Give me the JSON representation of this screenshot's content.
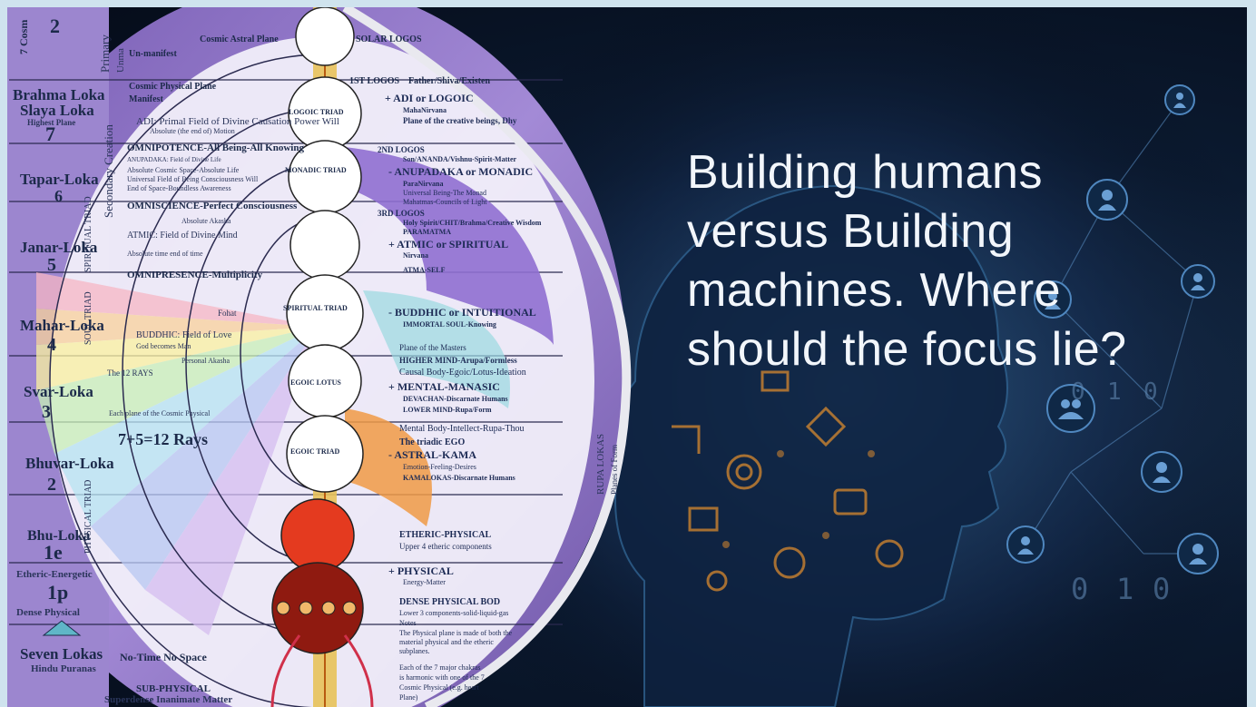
{
  "slide": {
    "title": "Building humans versus Building machines. Where should the focus lie?"
  },
  "diagram": {
    "left_labels": [
      {
        "name": "7 Cosm",
        "num": "2"
      },
      {
        "name": "Brahma Loka",
        "sub": "Slaya Loka",
        "note": "Highest Plane",
        "num": "7"
      },
      {
        "name": "Tapar-Loka",
        "num": "6"
      },
      {
        "name": "Janar-Loka",
        "num": "5"
      },
      {
        "name": "Mahar-Loka",
        "num": "4"
      },
      {
        "name": "Svar-Loka",
        "num": "3"
      },
      {
        "name": "Bhuvar-Loka",
        "num": "2"
      },
      {
        "name": "Bhu-Loka",
        "num": "1e"
      },
      {
        "name": "Etheric-Energetic",
        "num": "1p"
      },
      {
        "name": "Dense Physical"
      }
    ],
    "bottom_left": {
      "title": "Seven Lokas",
      "sub": "Hindu Puranas",
      "center": "No-Time  No Space",
      "subphys": "SUB-PHYSICAL",
      "subphys_note": "Superdense Inanimate Matter"
    },
    "vertical_labels": [
      "Primary",
      "Unma",
      "Secondary Creation",
      "SPIRITUAL TRIAD",
      "SOUL TRIAD",
      "PHYSICAL TRIAD",
      "RUPA LOKAS",
      "Planes of Form"
    ],
    "top_labels": [
      "Un-manifest",
      "Cosmic Astral Plane",
      "SOLAR LOGOS",
      "Cosmic Physical  Plane",
      "Manifest",
      "1ST LOGOS",
      "Father/Shiva/Existen"
    ],
    "inner_labels": [
      "ADI: Primal Field of Divine Causation Power Will",
      "Absolute (the end of) Motion",
      "OMNIPOTENCE-All Being-All Knowing",
      "ANUPADAKA: Field of Divine Life",
      "Absolute Cosmic Space-Absolute Life",
      "Universal Field of Being Consciousness Will",
      "End of Space-Boundless Awareness",
      "OMNISCIENCE-Perfect Consciousness",
      "Absolute Akasha",
      "ATMIC: Field of Divine Mind",
      "Absolute time end of time",
      "OMNIPRESENCE-Multiplicity",
      "BUDDHIC: Field of Love",
      "God becomes Man",
      "Personal Akasha",
      "The 12 RAYS",
      "Fohat",
      "Each plane of the Cosmic Physical",
      "7+5=12 Rays",
      "LOGOIC TRIAD",
      "MONADIC TRIAD",
      "SPIRITUAL TRIAD",
      "EGOIC LOTUS",
      "EGOIC TRIAD"
    ],
    "right_labels": [
      "+ ADI or LOGOIC",
      "MahaNirvana",
      "Plane of the creative beings, Dhy",
      "2ND LOGOS",
      "Son/ANANDA/Vishnu-Spirit-Matter",
      "- ANUPADAKA or MONADIC",
      "ParaNirvana",
      "Universal Being-The Monad",
      "Mahatmas-Councils of Light",
      "3RD LOGOS",
      "Holy Spirit/CHIT/Brahma/Creative Wisdom",
      "PARAMATMA",
      "+ ATMIC or SPIRITUAL",
      "Nirvana",
      "ATMA-SELF",
      "- BUDDHIC or INTUITIONAL",
      "IMMORTAL SOUL-Knowing",
      "Plane of the Masters",
      "HIGHER MIND-Arupa/Formless",
      "Causal Body-Egoic/Lotus-Ideation",
      "+ MENTAL-MANASIC",
      "DEVACHAN-Discarnate Humans",
      "LOWER MIND-Rupa/Form",
      "Mental Body-Intellect-Rupa-Thou",
      "The triadic EGO",
      "- ASTRAL-KAMA",
      "Emotion-Feeling-Desires",
      "KAMALOKAS-Discarnate Humans",
      "ETHERIC-PHYSICAL",
      "Upper 4 etheric components",
      "+ PHYSICAL",
      "Energy-Matter",
      "DENSE PHYSICAL BOD",
      "Lower 3 components-solid-liquid-gas",
      "Notes",
      "The Physical plane is made of both the",
      "material physical and the etheric",
      "subplanes.",
      "Each of the 7 major chakras",
      "is harmonic with one of the 7",
      "Cosmic Physical (e.g. heart",
      "Plane)"
    ]
  },
  "background": {
    "binary_digits": [
      "0",
      "1",
      "0",
      "0",
      "1",
      "0"
    ]
  },
  "colors": {
    "title": "#f2f6fb",
    "background_dark": "#050b18",
    "diagram_purple": "#9b7fd0",
    "frame": "#cfe3ee"
  }
}
